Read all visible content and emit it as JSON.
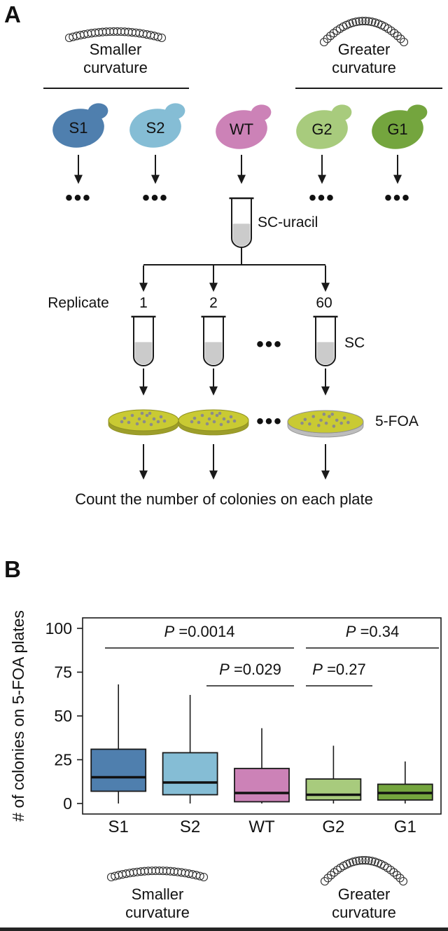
{
  "figure": {
    "panelA": {
      "label": "A",
      "smaller_curvature": "Smaller\ncurvature",
      "greater_curvature": "Greater\ncurvature",
      "strains": [
        {
          "id": "S1",
          "color": "#4f7fae"
        },
        {
          "id": "S2",
          "color": "#85bdd5"
        },
        {
          "id": "WT",
          "color": "#cc82b7"
        },
        {
          "id": "G2",
          "color": "#a8cb7d"
        },
        {
          "id": "G1",
          "color": "#74a53e"
        }
      ],
      "ellipsis": "•••",
      "sc_uracil_label": "SC-uracil",
      "replicate_label": "Replicate",
      "replicate_numbers": [
        "1",
        "2",
        "60"
      ],
      "sc_label": "SC",
      "foa_label": "5-FOA",
      "caption": "Count the number of colonies on each plate",
      "plate_color": "#c9ca33",
      "plate_rim_color": "#9d9e2a",
      "plate_gray_rim_color": "#bdbdbd",
      "tube_liquid_color": "#cbcbcb"
    },
    "panelB": {
      "label": "B",
      "smaller_curvature": "Smaller\ncurvature",
      "greater_curvature": "Greater\ncurvature"
    }
  },
  "chart_data": {
    "type": "boxplot",
    "title": "",
    "categories": [
      "S1",
      "S2",
      "WT",
      "G2",
      "G1"
    ],
    "series": [
      {
        "name": "S1",
        "whisker_low": 0,
        "q1": 7,
        "median": 15,
        "q3": 31,
        "whisker_high": 68,
        "color": "#4f7fae"
      },
      {
        "name": "S2",
        "whisker_low": 0,
        "q1": 5,
        "median": 12,
        "q3": 29,
        "whisker_high": 62,
        "color": "#85bdd5"
      },
      {
        "name": "WT",
        "whisker_low": 0,
        "q1": 1,
        "median": 6,
        "q3": 20,
        "whisker_high": 43,
        "color": "#cc82b7"
      },
      {
        "name": "G2",
        "whisker_low": 0,
        "q1": 2,
        "median": 5,
        "q3": 14,
        "whisker_high": 33,
        "color": "#a8cb7d"
      },
      {
        "name": "G1",
        "whisker_low": 0,
        "q1": 2,
        "median": 6,
        "q3": 11,
        "whisker_high": 24,
        "color": "#74a53e"
      }
    ],
    "xlabel": "",
    "ylabel": "# of colonies on 5-FOA plates",
    "ylim": [
      0,
      100
    ],
    "yticks": [
      0,
      25,
      50,
      75,
      100
    ],
    "grid": false,
    "legend": "none",
    "annotations": [
      {
        "label": "P =0.0014",
        "compare": [
          "S1",
          "WT"
        ],
        "row": 1
      },
      {
        "label": "P =0.029",
        "compare": [
          "S2",
          "WT"
        ],
        "row": 2
      },
      {
        "label": "P =0.27",
        "compare": [
          "WT",
          "G2"
        ],
        "row": 2
      },
      {
        "label": "P =0.34",
        "compare": [
          "G2",
          "G1"
        ],
        "row": 1
      }
    ]
  }
}
